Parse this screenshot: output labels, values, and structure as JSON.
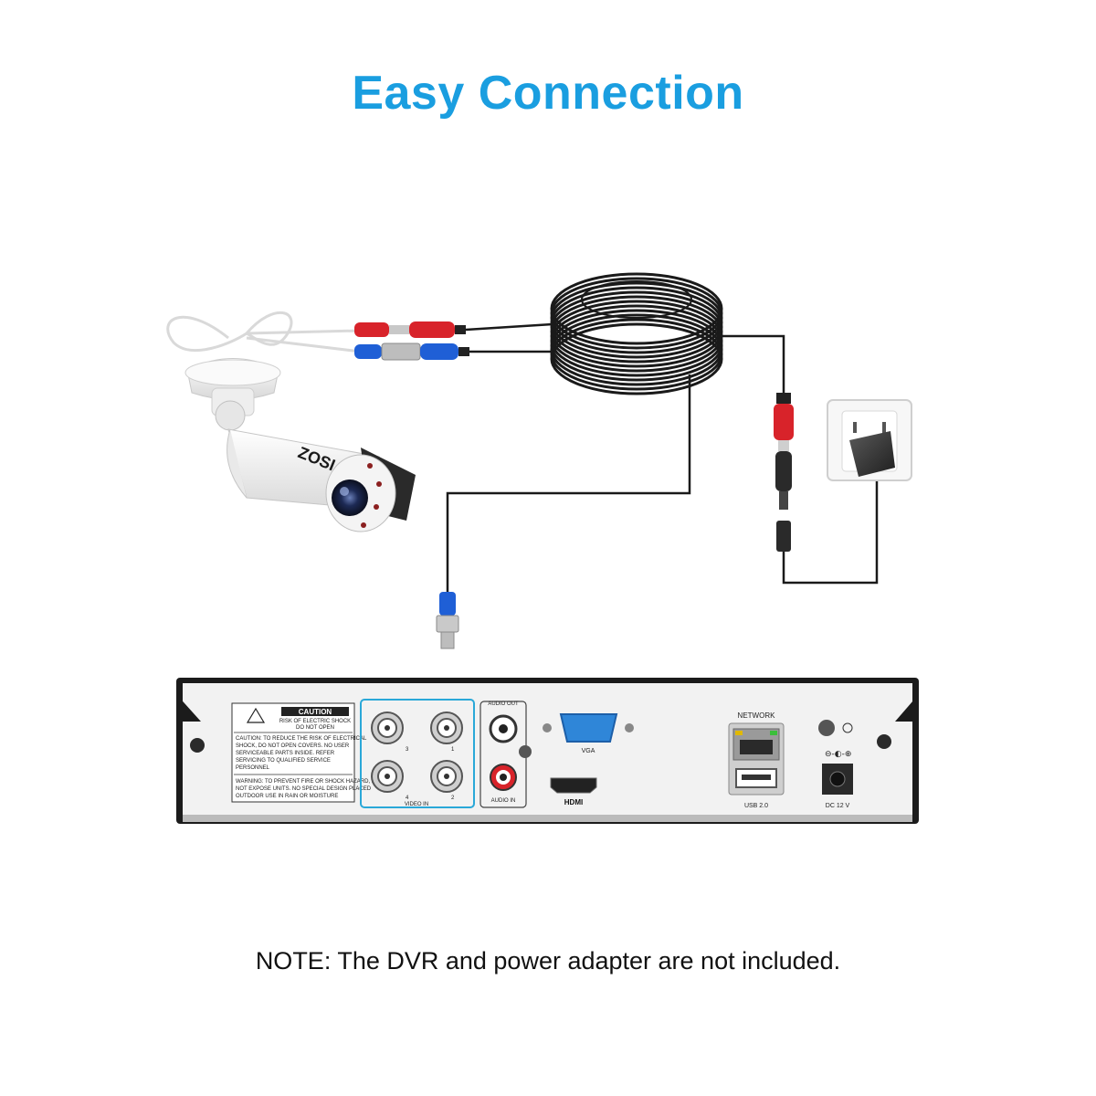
{
  "title": "Easy Connection",
  "note": "NOTE: The DVR and power adapter are not included.",
  "camera": {
    "brand": "ZOSI"
  },
  "dvr": {
    "caution": {
      "heading": "CAUTION",
      "shock_lines": [
        "RISK OF ELECTRIC SHOCK",
        "DO NOT OPEN"
      ],
      "body_lines": [
        "CAUTION: TO REDUCE THE RISK OF ELECTRICAL",
        "SHOCK, DO NOT OPEN COVERS. NO USER",
        "SERVICEABLE PARTS INSIDE. REFER",
        "SERVICING TO QUALIFIED SERVICE",
        "PERSONNEL"
      ],
      "warning_lines": [
        "WARNING: TO PREVENT FIRE OR SHOCK HAZARD, DO",
        "NOT EXPOSE UNITS. NO SPECIAL DESIGN PLACED",
        "OUTDOOR USE IN RAIN OR MOISTURE"
      ]
    },
    "video_ports": [
      "3",
      "1",
      "4",
      "2"
    ],
    "video_in": "VIDEO IN",
    "audio_out": "AUDIO OUT",
    "audio_in": "AUDIO IN",
    "vga": "VGA",
    "hdmi": "HDMI",
    "network": "NETWORK",
    "usb": "USB 2.0",
    "dc": "DC 12 V"
  },
  "colors": {
    "title": "#1a9ee0",
    "red_connector": "#d8232a",
    "blue_connector": "#1f5fd6",
    "dvr_body": "#f2f2f2",
    "dvr_frame": "#1b1b1b",
    "port_highlight": "#2aa8d8",
    "vga_port": "#2f86d8"
  }
}
